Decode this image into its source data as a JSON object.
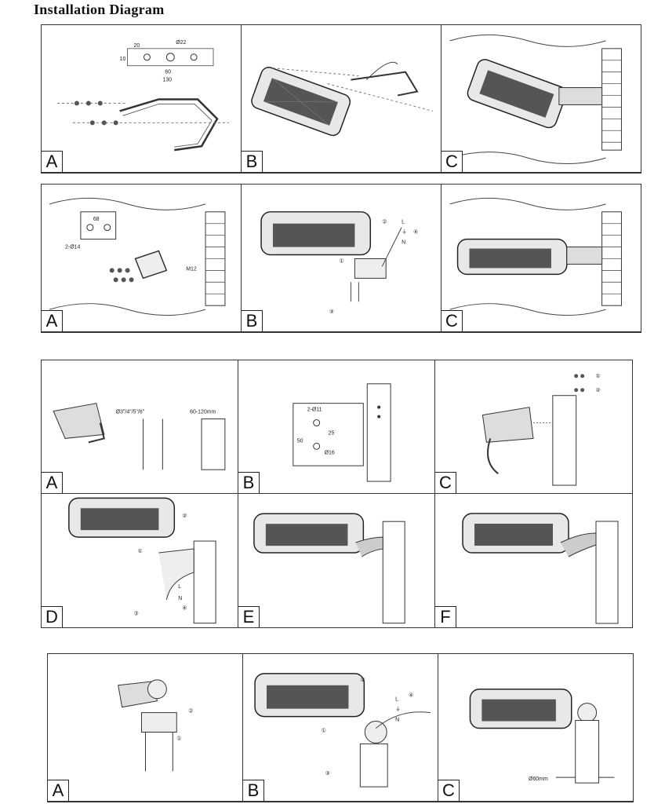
{
  "title": "Installation Diagram",
  "groups": [
    {
      "labels": [
        "A",
        "B",
        "C"
      ],
      "dims": {
        "d1": "20",
        "d2": "Ø22",
        "d3": "60",
        "d4": "130",
        "d5": "10"
      }
    },
    {
      "labels": [
        "A",
        "B",
        "C"
      ],
      "dims": {
        "d1": "68",
        "d2": "2-Ø14",
        "d3": "M12"
      }
    },
    {
      "labels": [
        "A",
        "B",
        "C",
        "D",
        "E",
        "F"
      ],
      "dims": {
        "pole": "Ø3\"/4\"/5\"/6\"",
        "range": "60-120mm",
        "h1": "2-Ø11",
        "h2": "Ø16",
        "h3": "25",
        "h4": "50"
      }
    },
    {
      "labels": [
        "A",
        "B",
        "C"
      ],
      "dims": {
        "dia": "Ø60mm"
      }
    }
  ],
  "wiring": {
    "L": "L",
    "E": "⏚",
    "N": "N",
    "n1": "①",
    "n2": "②",
    "n3": "③",
    "n4": "④"
  }
}
